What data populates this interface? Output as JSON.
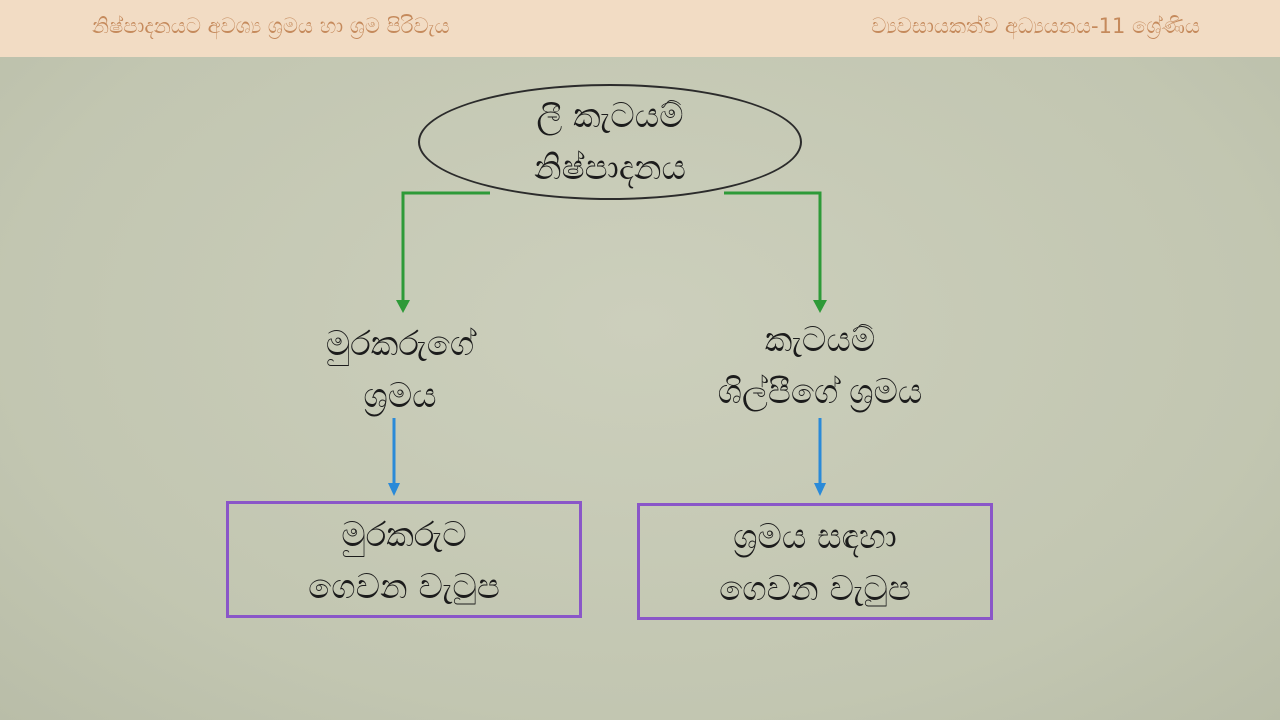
{
  "header": {
    "left_title": "නිෂ්පාදනයට අවශ්‍ය ශ්‍රමය හා ශ්‍රම පිරිවැය",
    "right_title": "ව්‍යවසායකත්ව අධ්‍යයනය-11 ශ්‍රේණිය"
  },
  "diagram": {
    "root": {
      "line1": "ලී කැටයම්",
      "line2": "නිෂ්පාදනය"
    },
    "left_branch": {
      "line1": "මුරකරුගේ",
      "line2": "ශ්‍රමය",
      "result_line1": "මුරකරුට",
      "result_line2": "ගෙවන වැටුප"
    },
    "right_branch": {
      "line1": "කැටයම්",
      "line2": "ශිල්පීගේ ශ්‍රමය",
      "result_line1": "ශ්‍රමය සඳහා",
      "result_line2": "ගෙවන වැටුප"
    },
    "colors": {
      "first_level_arrow": "#2e9a38",
      "second_level_arrow": "#2a8ad8",
      "result_box_border": "#8a56c8"
    }
  }
}
